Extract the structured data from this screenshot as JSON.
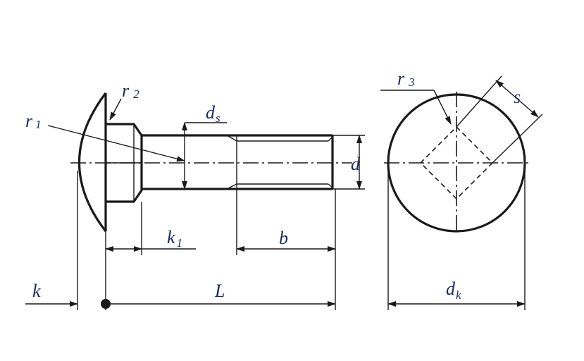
{
  "labels": {
    "r1": {
      "main": "r",
      "sub": "1"
    },
    "r2": {
      "main": "r",
      "sub": "2"
    },
    "r3": {
      "main": "r",
      "sub": "3"
    },
    "ds": {
      "main": "d",
      "sub": "s"
    },
    "d": {
      "main": "d"
    },
    "k1": {
      "main": "k",
      "sub": "1"
    },
    "b": {
      "main": "b"
    },
    "k": {
      "main": "k"
    },
    "L": {
      "main": "L"
    },
    "s": {
      "main": "s"
    },
    "dk": {
      "main": "d",
      "sub": "k"
    }
  },
  "colors": {
    "label": "#1c2a6b",
    "line": "#1a1a1a"
  }
}
